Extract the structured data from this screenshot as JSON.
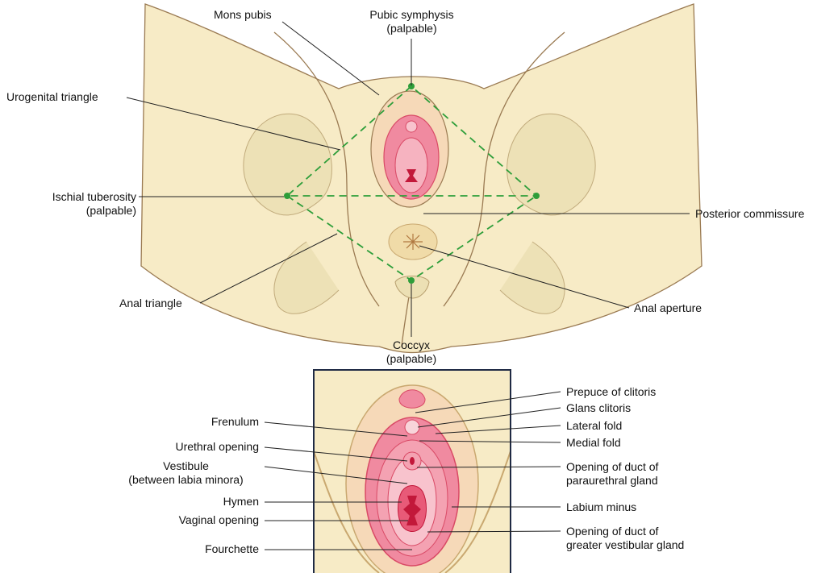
{
  "colors": {
    "skin": "#f7ebc6",
    "skin_shadow": "#e8d3a0",
    "bone": "#ece0b4",
    "outline": "#9a7a52",
    "tissue": "#f08aa0",
    "tissue_dark": "#d94a66",
    "triangle": "#2e9e3a",
    "leader": "#222222"
  },
  "top_labels": {
    "mons_pubis": "Mons pubis",
    "pubic_symphysis": [
      "Pubic symphysis",
      "(palpable)"
    ],
    "urogenital_triangle": "Urogenital triangle",
    "ischial_tuberosity": [
      "Ischial tuberosity",
      "(palpable)"
    ],
    "posterior_commissure": "Posterior commissure",
    "anal_triangle": "Anal triangle",
    "anal_aperture": "Anal aperture",
    "coccyx": [
      "Coccyx",
      "(palpable)"
    ]
  },
  "detail_labels": {
    "left": {
      "frenulum": "Frenulum",
      "urethral_opening": "Urethral opening",
      "vestibule": [
        "Vestibule",
        "(between labia minora)"
      ],
      "hymen": "Hymen",
      "vaginal_opening": "Vaginal opening",
      "fourchette": "Fourchette"
    },
    "right": {
      "prepuce": "Prepuce of clitoris",
      "glans": "Glans clitoris",
      "lateral_fold": "Lateral fold",
      "medial_fold": "Medial fold",
      "paraurethral": [
        "Opening of duct of",
        "paraurethral gland"
      ],
      "labium_minus": "Labium minus",
      "greater_vestibular": [
        "Opening of duct of",
        "greater vestibular gland"
      ]
    }
  }
}
